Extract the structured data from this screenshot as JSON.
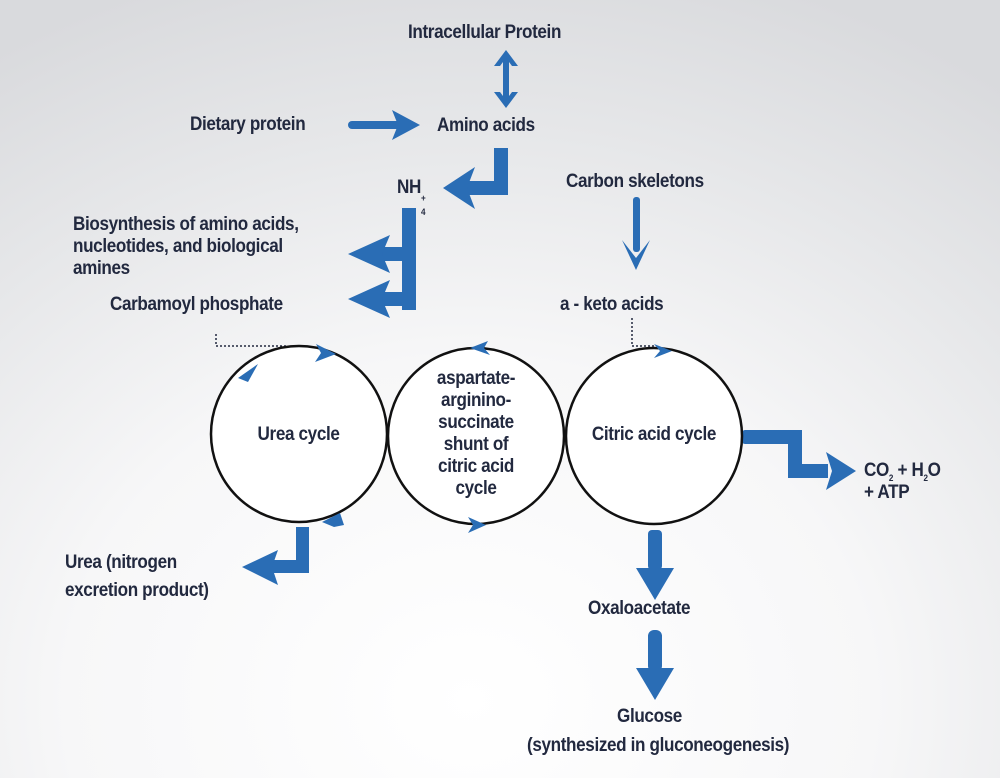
{
  "colors": {
    "arrow": "#2a6db5",
    "text": "#22293f",
    "circle_stroke": "#111111"
  },
  "nodes": {
    "intracellular_protein": "Intracellular Protein",
    "dietary_protein": "Dietary protein",
    "amino_acids": "Amino acids",
    "nh4": {
      "base": "NH",
      "sub": "4",
      "sup": "+"
    },
    "biosynthesis": [
      "Biosynthesis of amino acids,",
      "nucleotides, and biological",
      "amines"
    ],
    "carbamoyl_phosphate": "Carbamoyl phosphate",
    "carbon_skeletons": "Carbon skeletons",
    "keto_acids": "a - keto acids",
    "urea_cycle": "Urea cycle",
    "shunt": [
      "aspartate-",
      "arginino-",
      "succinate",
      "shunt of",
      "citric acid",
      "cycle"
    ],
    "citric_acid_cycle": "Citric acid cycle",
    "products": {
      "co": "CO",
      "co_sub": "2",
      "plus_h": " + H",
      "h_sub": "2",
      "o": "O",
      "line2": "+ ATP"
    },
    "urea_product": [
      "Urea (nitrogen",
      "excretion product)"
    ],
    "oxaloacetate": "Oxaloacetate",
    "glucose": "Glucose",
    "glucose_note": "(synthesized in gluconeogenesis)"
  }
}
